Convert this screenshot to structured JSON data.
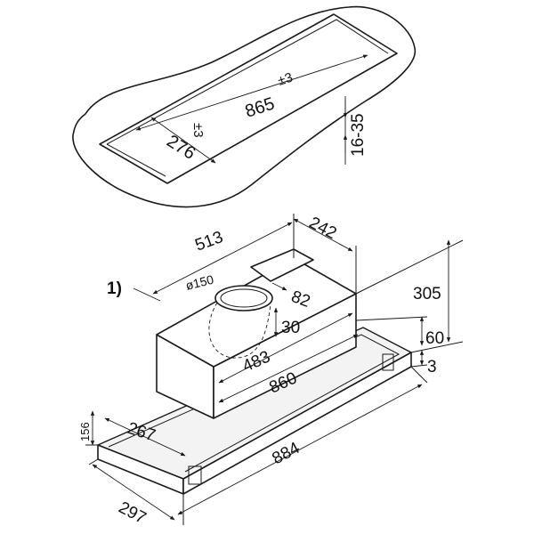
{
  "cutout": {
    "length": "865",
    "length_tol": "±3",
    "width": "276",
    "width_tol": "±3",
    "thickness": "16-35"
  },
  "hood": {
    "callout": "1)",
    "duct_diameter": "ø150",
    "body_depth": "242",
    "body_length": "513",
    "duct_offset": "82",
    "duct_height": "30",
    "inner_length": "483",
    "frame_length": "860",
    "overall_length": "884",
    "overall_depth": "297",
    "frame_depth": "267",
    "total_height": "305",
    "panel_height": "60",
    "frame_thickness": "3",
    "front_height": "156"
  }
}
